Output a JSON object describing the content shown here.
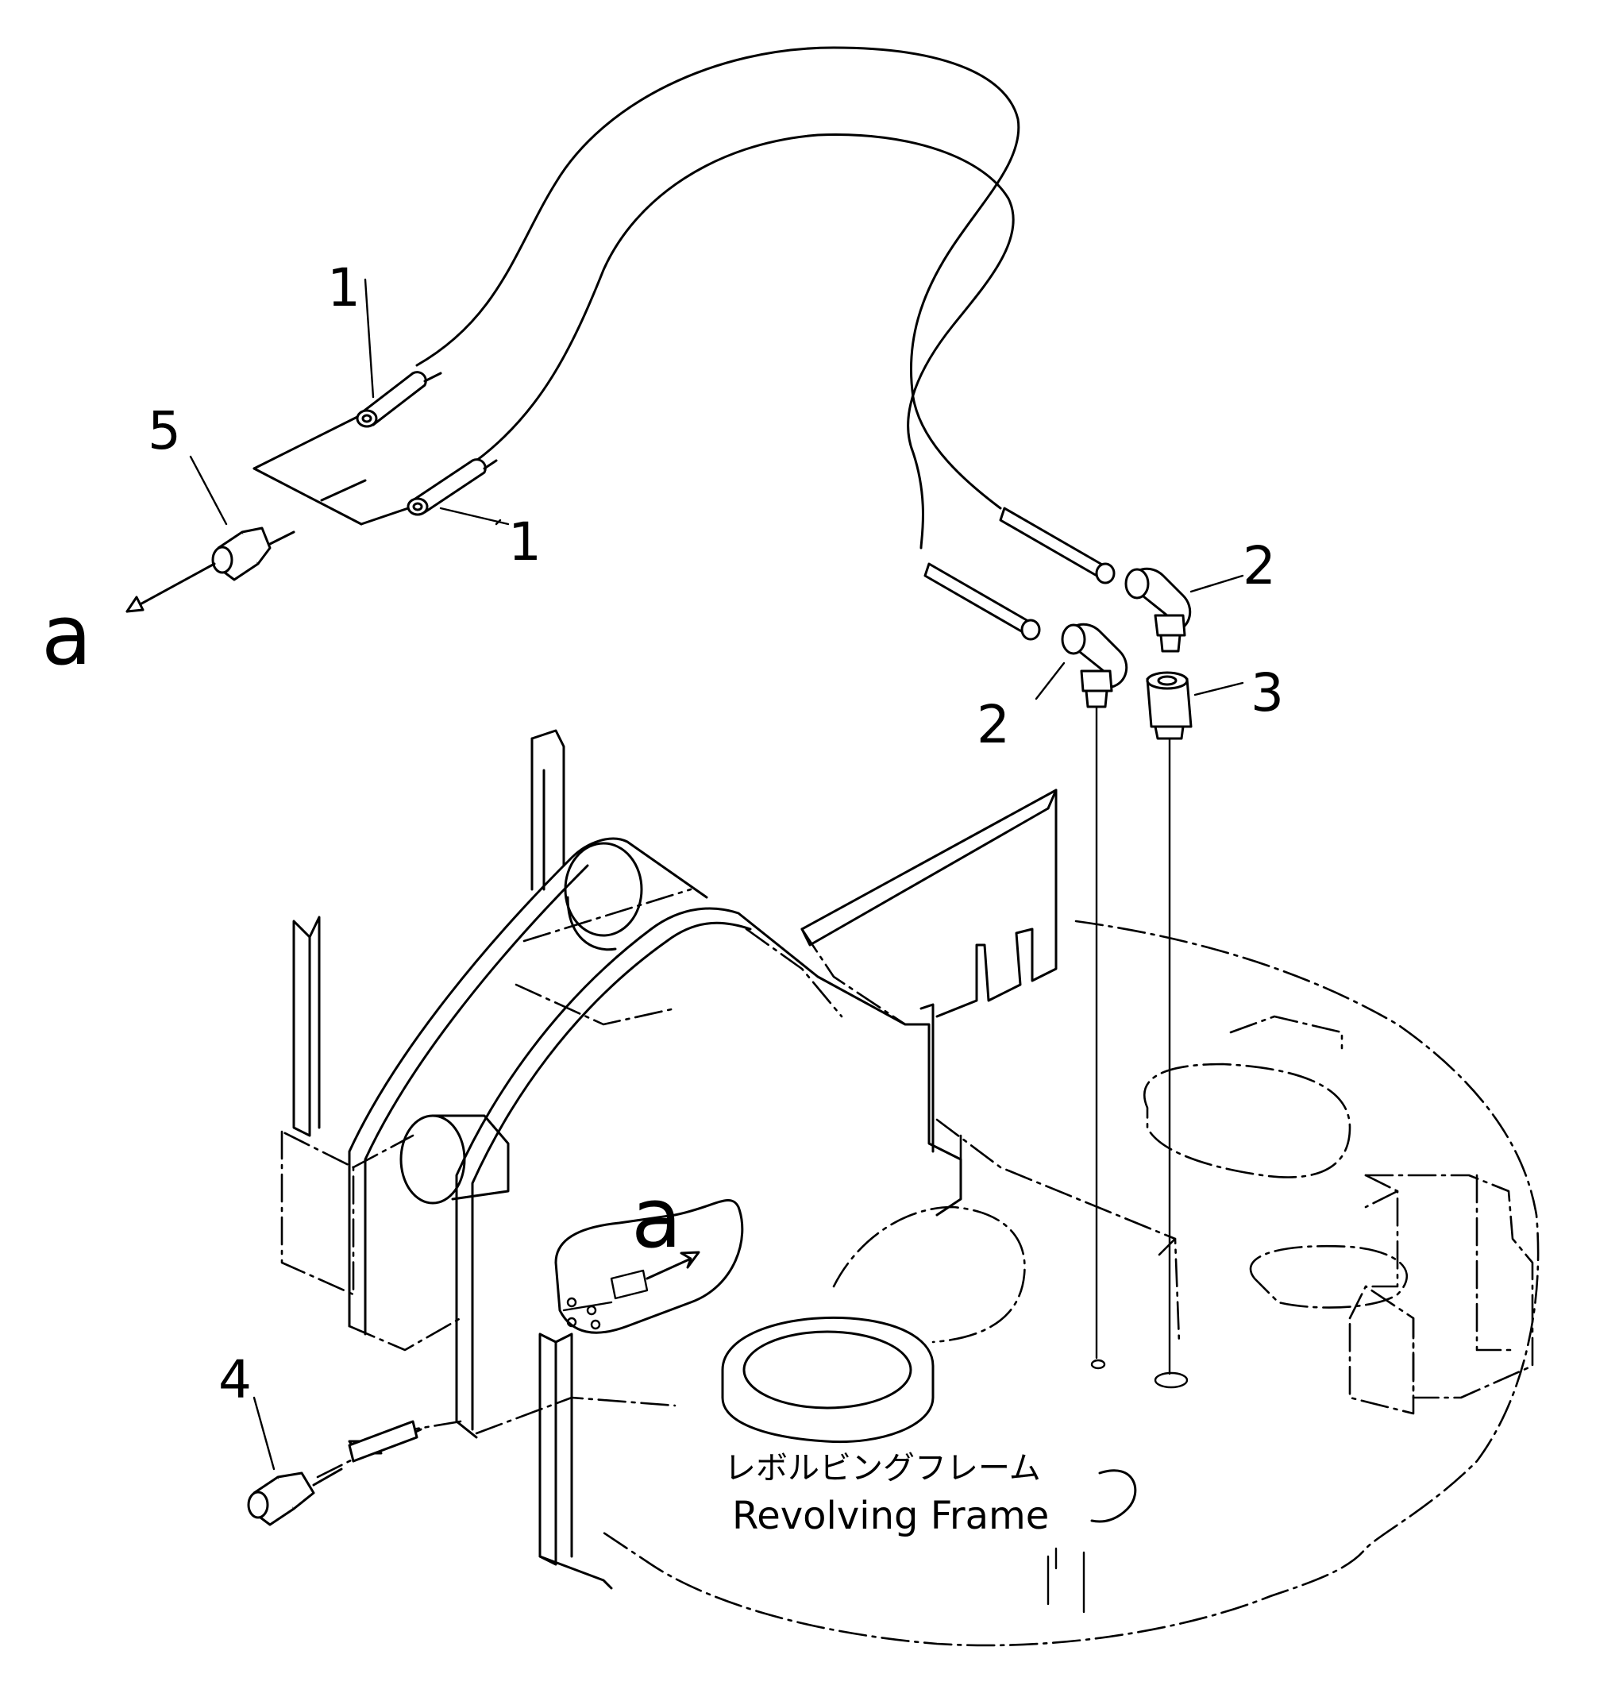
{
  "callouts": {
    "c1_top": "1",
    "c1_bottom": "1",
    "c2_right": "2",
    "c2_left": "2",
    "c3": "3",
    "c4": "4",
    "c5": "5"
  },
  "view_markers": {
    "a_left": "a",
    "a_frame": "a"
  },
  "frame_label": {
    "japanese": "レボルビングフレーム",
    "english": "Revolving Frame"
  }
}
